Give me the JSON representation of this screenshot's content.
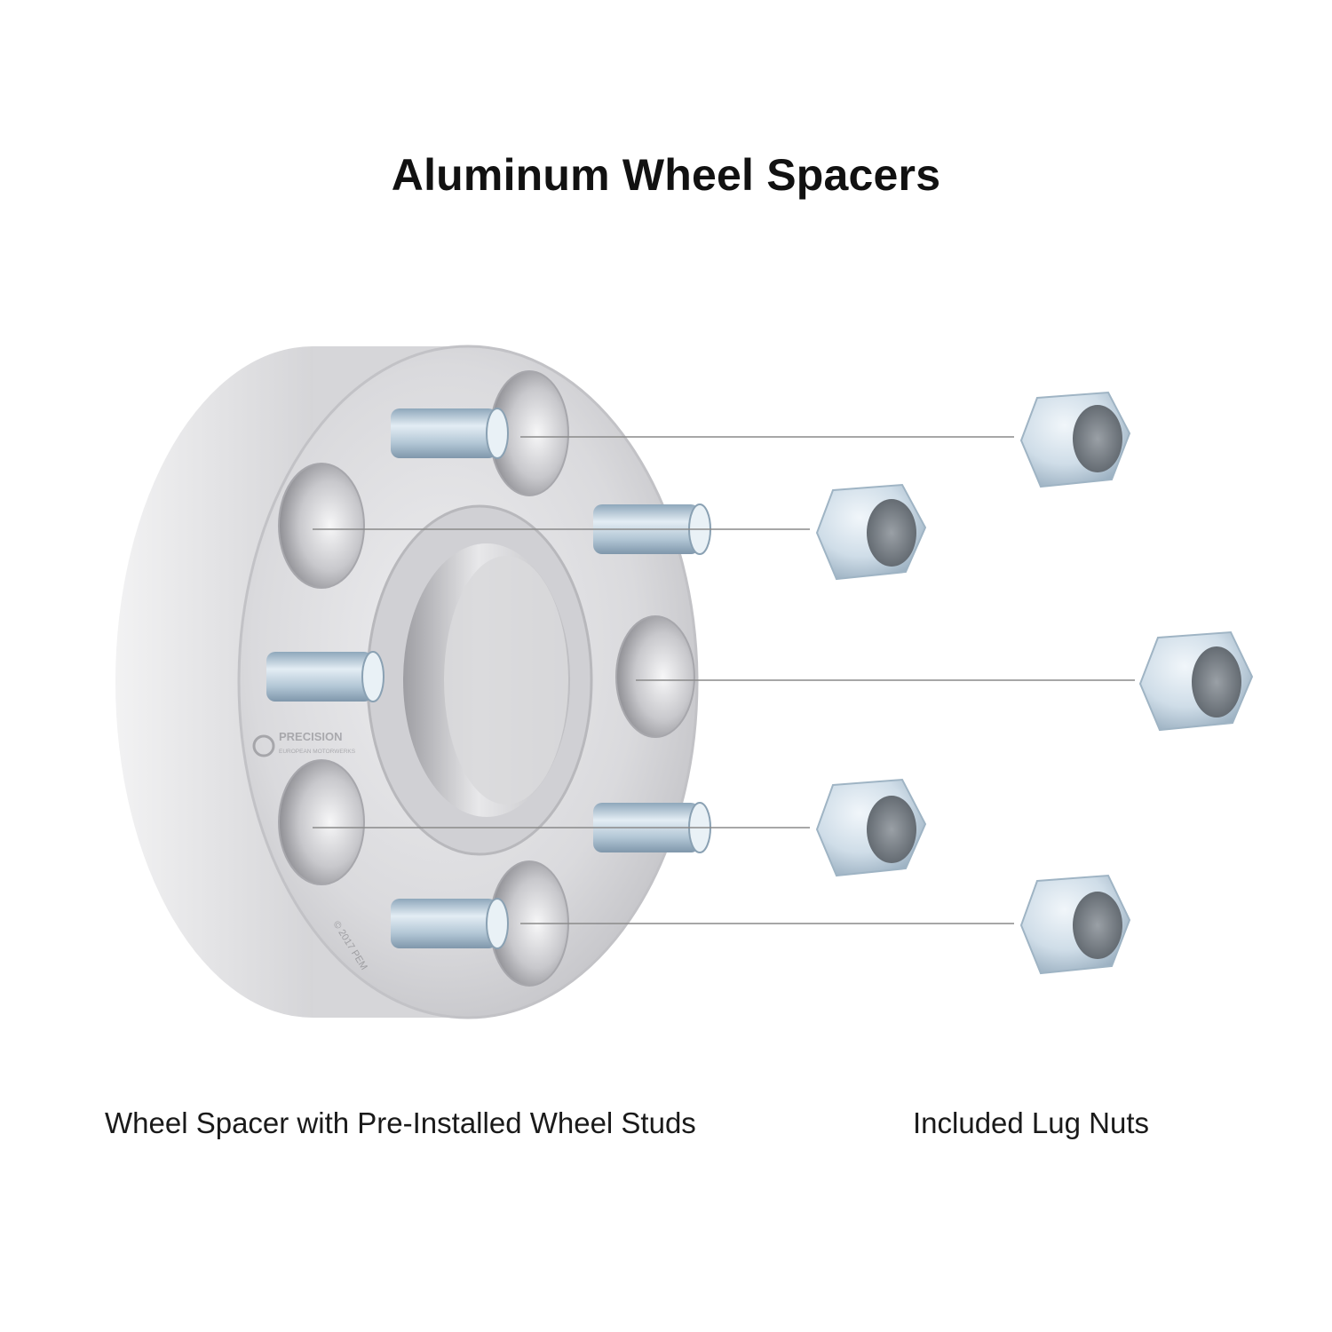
{
  "title": "Aluminum Wheel Spacers",
  "captions": {
    "spacer": "Wheel Spacer with Pre-Installed Wheel Studs",
    "nuts": "Included Lug Nuts"
  },
  "engraving": {
    "brand": "PRECISION",
    "brand_sub": "EUROPEAN MOTORWERKS",
    "copyright": "© 2017 PEM"
  },
  "colors": {
    "metal_light": "#e6e6e8",
    "metal_mid": "#c9c9cc",
    "metal_dark": "#9a9a9e",
    "zinc_blue": "#bcd0de",
    "callout_line": "#8a8a8a"
  }
}
